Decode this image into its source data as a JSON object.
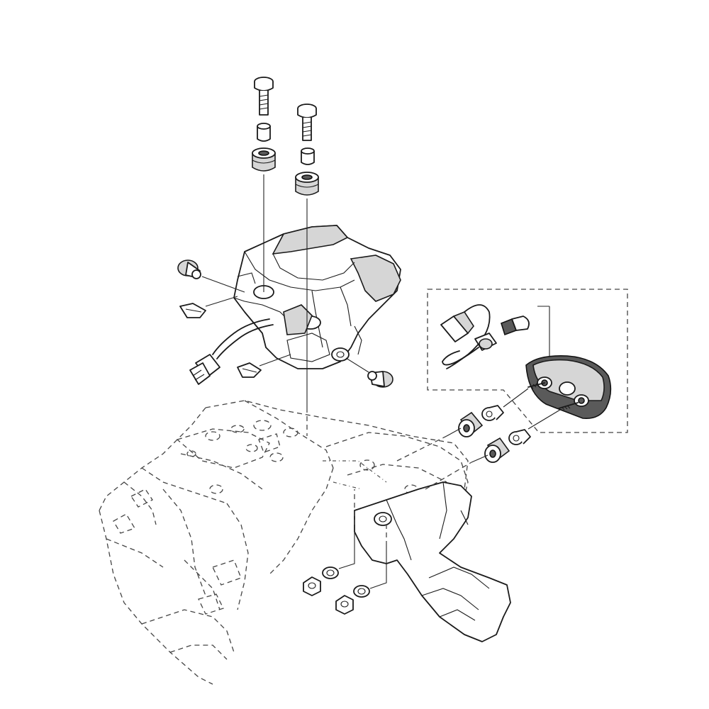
{
  "diagram": {
    "parts": [
      {
        "name": "bolt",
        "count": 2
      },
      {
        "name": "collar",
        "count": 2
      },
      {
        "name": "grommet",
        "count": 2
      },
      {
        "name": "rear-fender-unit",
        "count": 1
      },
      {
        "name": "rubber-grommet-side",
        "count": 2
      },
      {
        "name": "clip-nut",
        "count": 2
      },
      {
        "name": "wire-connector",
        "count": 1
      },
      {
        "name": "license-plate-light",
        "count": 1
      },
      {
        "name": "bulb",
        "count": 1
      },
      {
        "name": "bulb-socket",
        "count": 1
      },
      {
        "name": "damper",
        "count": 2
      },
      {
        "name": "collar-small",
        "count": 2
      },
      {
        "name": "washer",
        "count": 2
      },
      {
        "name": "nut",
        "count": 2
      },
      {
        "name": "frame",
        "count": 1
      }
    ]
  }
}
